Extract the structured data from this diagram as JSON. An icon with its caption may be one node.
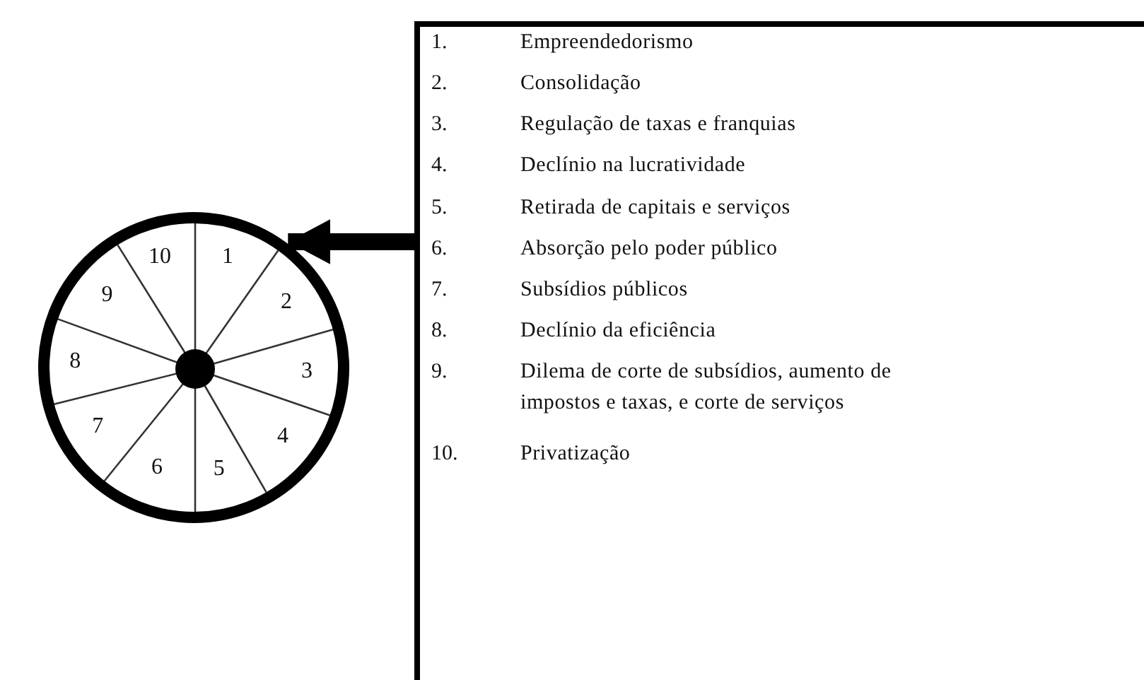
{
  "diagram": {
    "nodes": [
      {
        "text": [],
        "shape": "circle"
      },
      {
        "text": [
          "1.",
          "Empreendedorismo",
          "2.",
          "Consolidação",
          "3.",
          "Regulação de taxas e franquias",
          "4.",
          "Declínio na lucratividade",
          "5.",
          "Retirada de capitais e serviços",
          "6.",
          "Absorção pelo poder público",
          "7.",
          "Subsídios públicos",
          "8.",
          "Declínio da eficiência",
          "9.",
          "Dilema de corte de subsídios, aumento de impostos e taxas, e corte de serviços",
          "10.",
          "Privatização"
        ]
      }
    ],
    "edges": [
      {
        "from": 1,
        "to": 0,
        "arrow": "to"
      }
    ],
    "labels": [
      "10",
      "1",
      "9",
      "2",
      "8",
      "3",
      "7",
      "4",
      "6",
      "5"
    ]
  }
}
